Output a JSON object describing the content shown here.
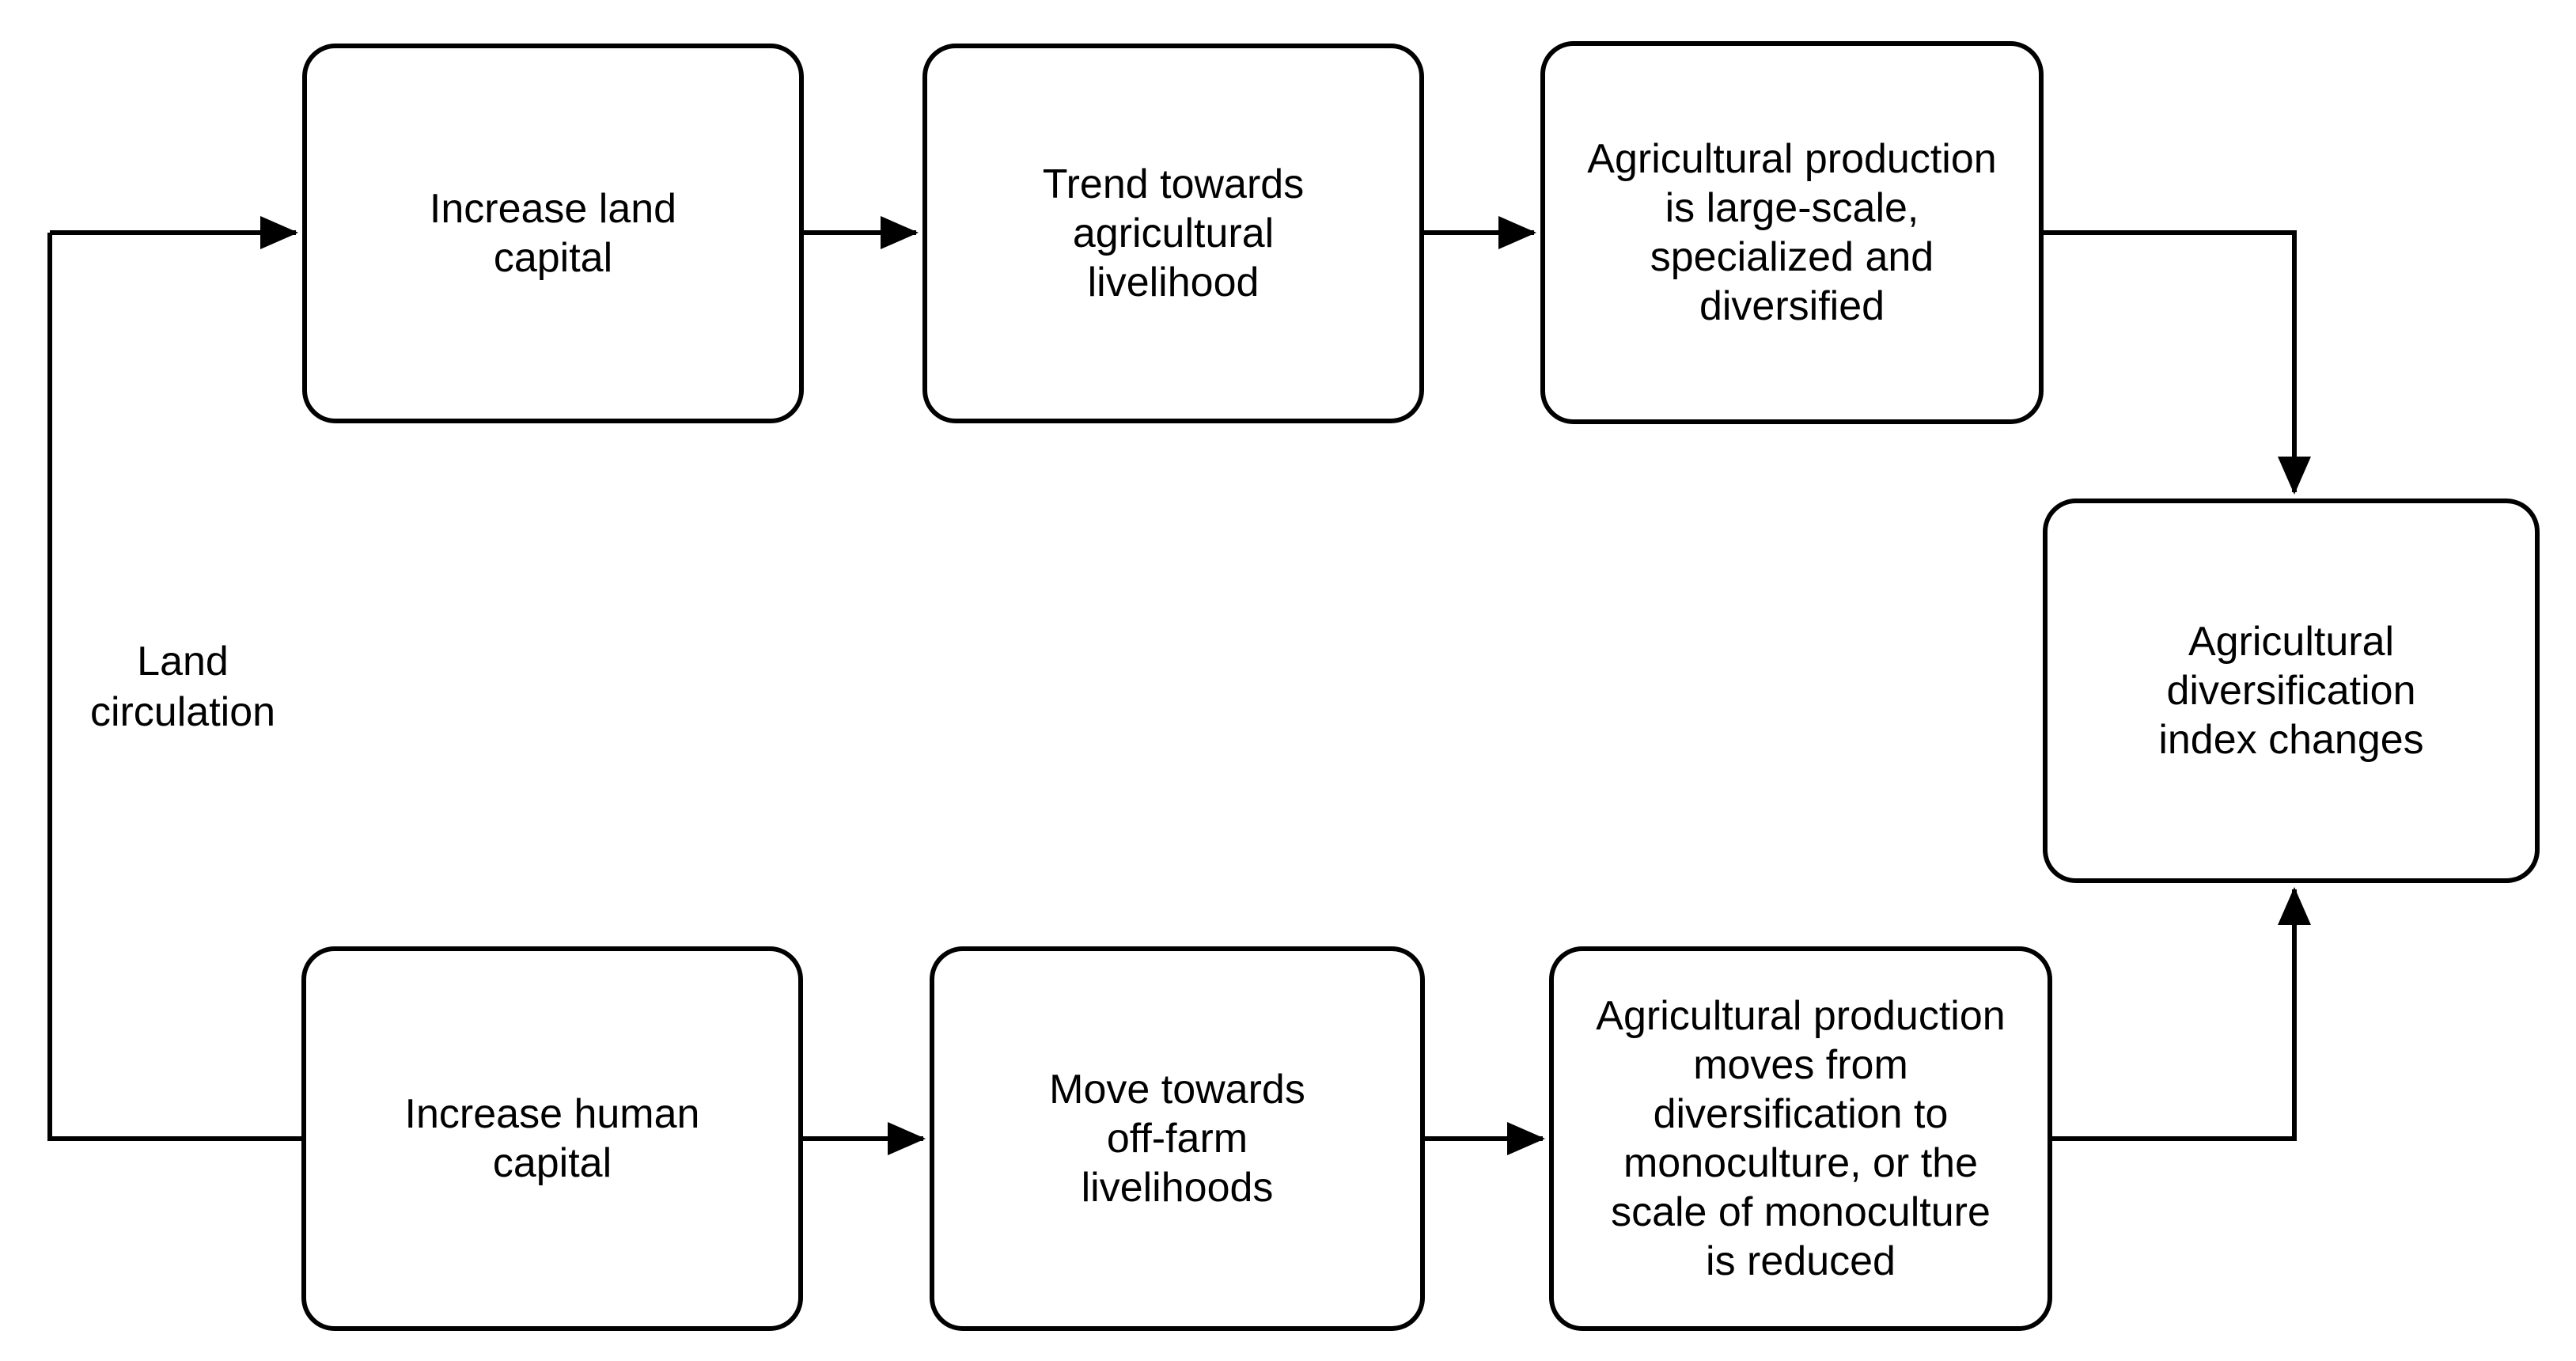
{
  "diagram": {
    "background_color": "#ffffff",
    "stroke_color": "#000000",
    "nodes": {
      "increase_land_capital": {
        "label": [
          "Increase land",
          "capital"
        ]
      },
      "trend_agricultural": {
        "label": [
          "Trend towards",
          "agricultural",
          "livelihood"
        ]
      },
      "production_large_scale": {
        "label": [
          "Agricultural production",
          "is large-scale,",
          "specialized and",
          "diversified"
        ]
      },
      "diversification_index": {
        "label": [
          "Agricultural",
          "diversification",
          "index changes"
        ]
      },
      "increase_human_capital": {
        "label": [
          "Increase human",
          "capital"
        ]
      },
      "move_off_farm": {
        "label": [
          "Move towards",
          "off-farm",
          "livelihoods"
        ]
      },
      "production_monoculture": {
        "label": [
          "Agricultural production",
          "moves from",
          "diversification to",
          "monoculture, or the",
          "scale of monoculture",
          "is reduced"
        ]
      }
    },
    "labels": {
      "land_circulation": [
        "Land",
        "circulation"
      ]
    }
  }
}
